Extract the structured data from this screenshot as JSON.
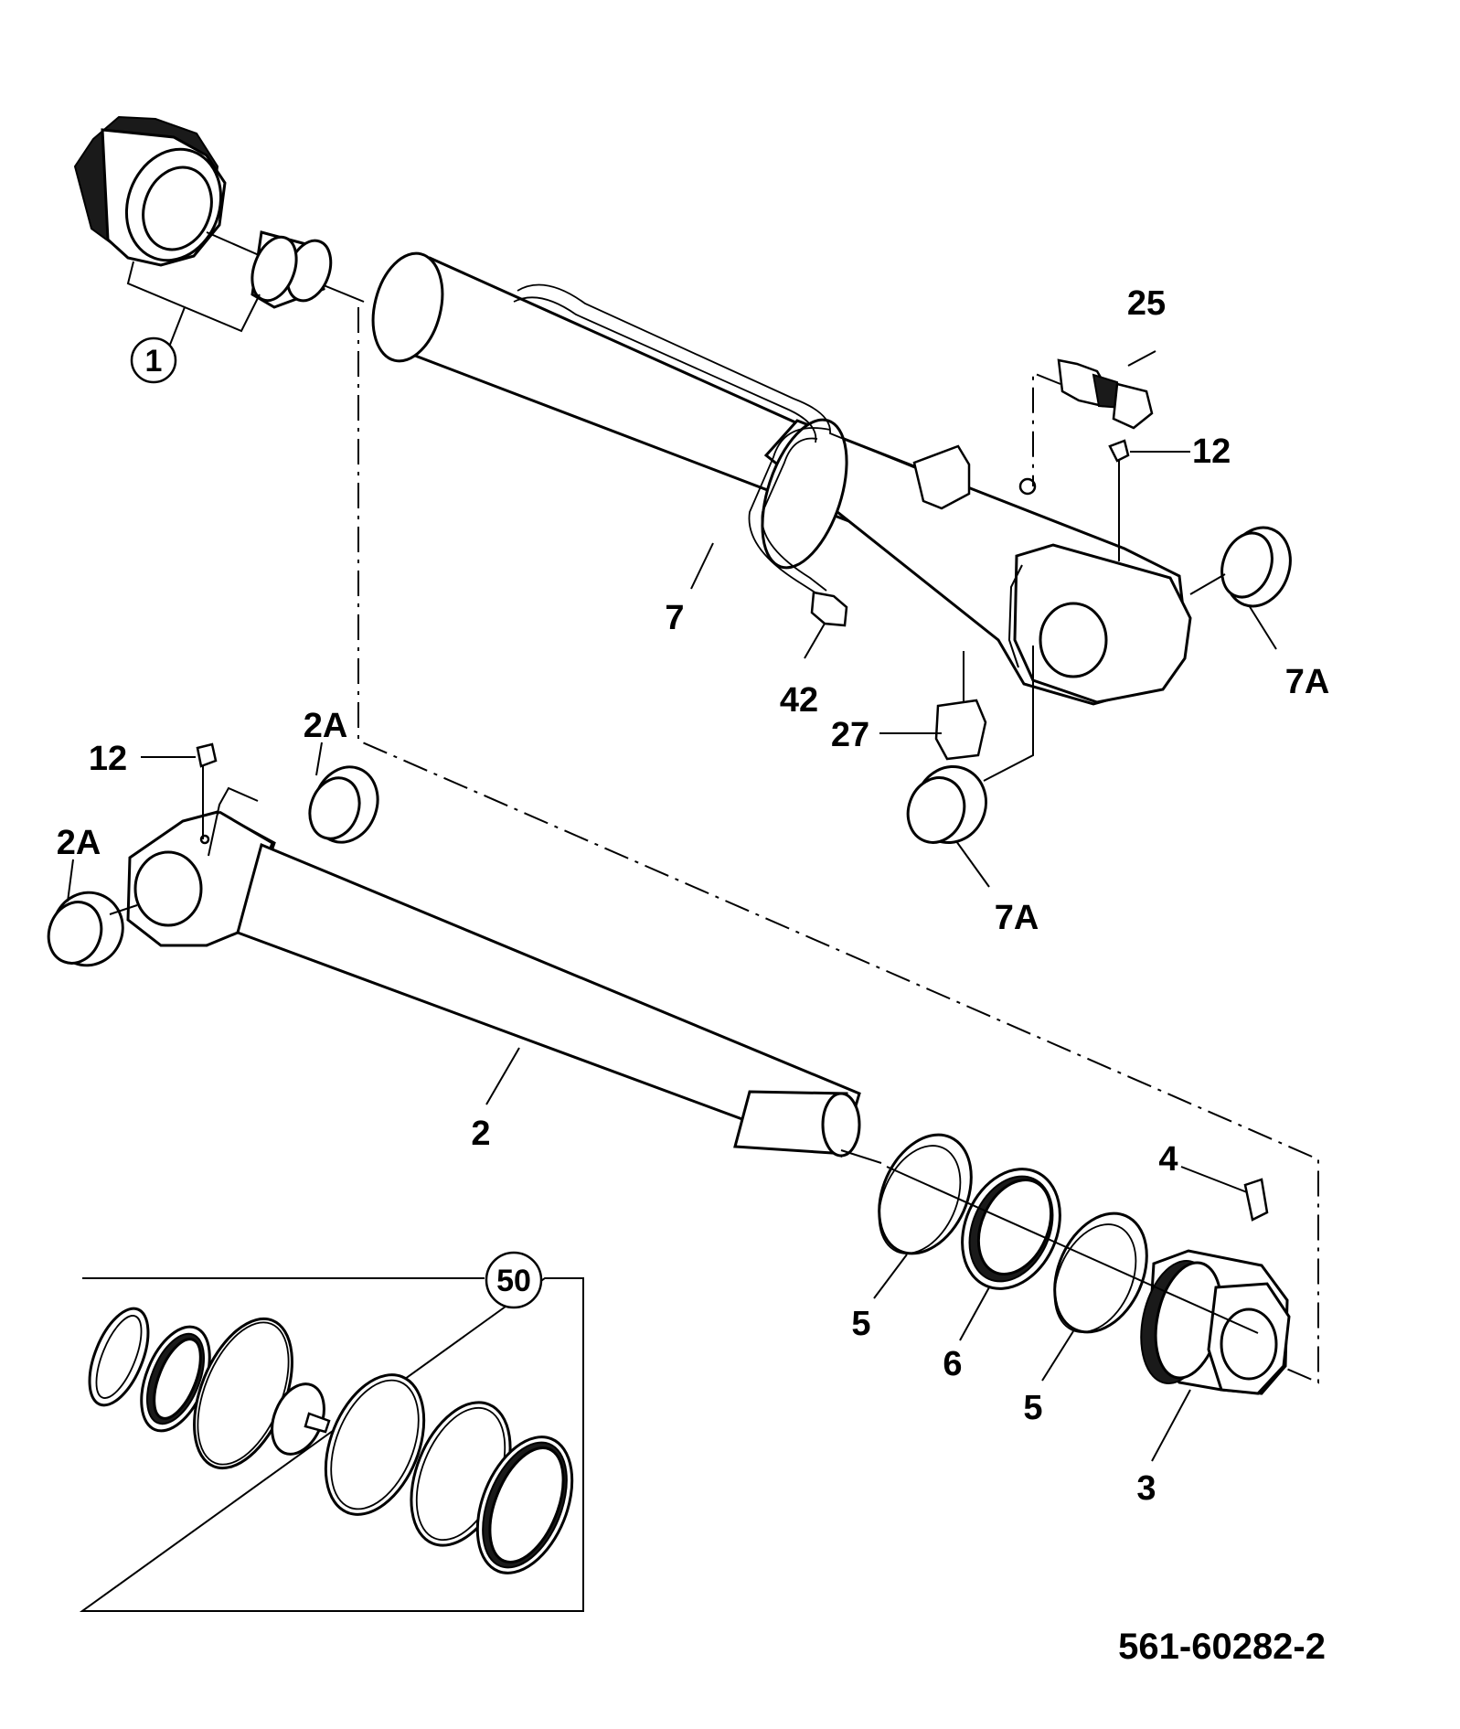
{
  "drawing_number": "561-60282-2",
  "callouts": {
    "c1": "1",
    "c25": "25",
    "c12_top": "12",
    "c7": "7",
    "c42": "42",
    "c7A_right": "7A",
    "c27": "27",
    "c7A_bottom": "7A",
    "c2A_top": "2A",
    "c12_left": "12",
    "c2A_left": "2A",
    "c2": "2",
    "c4": "4",
    "c50": "50",
    "c5_left": "5",
    "c6": "6",
    "c5_right": "5",
    "c3": "3"
  }
}
